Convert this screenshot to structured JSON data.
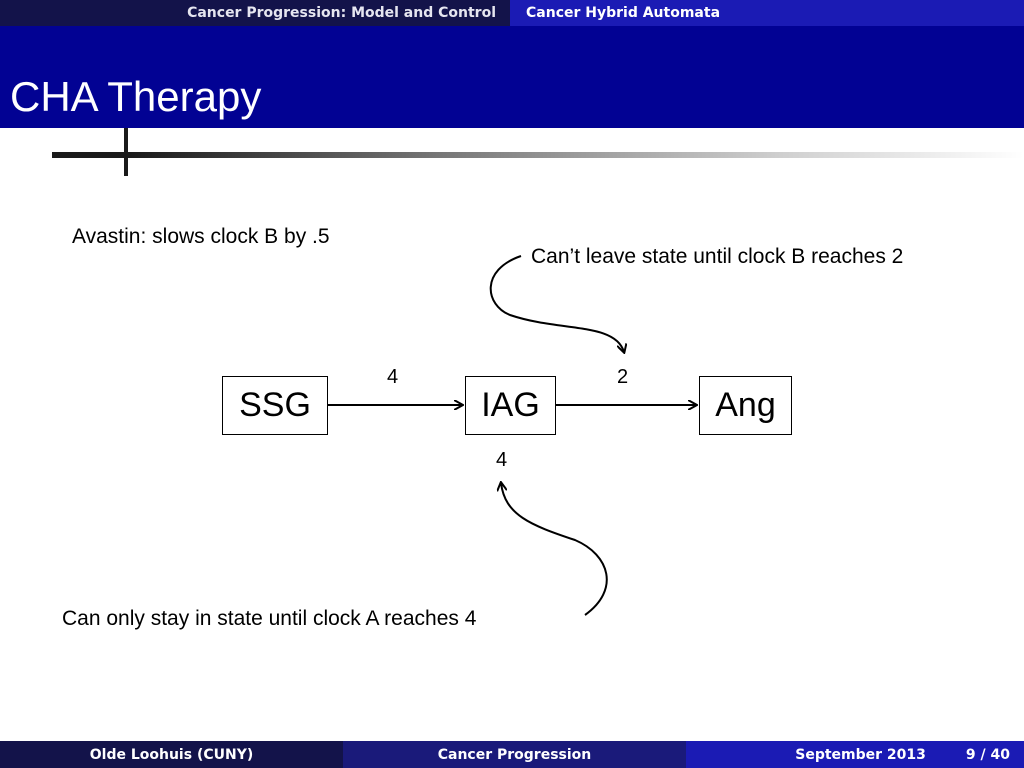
{
  "header": {
    "section_left": "Cancer Progression: Model and Control",
    "section_right": "Cancer Hybrid Automata"
  },
  "slide": {
    "title": "CHA Therapy",
    "note_avastin": "Avastin: slows clock B by .5",
    "note_leave": "Can’t leave state until clock B reaches 2",
    "note_stay": "Can only stay in state until clock A reaches 4"
  },
  "diagram": {
    "states": [
      "SSG",
      "IAG",
      "Ang"
    ],
    "edge_label_1": "4",
    "edge_label_2": "2",
    "iag_invariant": "4"
  },
  "footer": {
    "author": "Olde Loohuis  (CUNY)",
    "talk_title": "Cancer Progression",
    "date": "September 2013",
    "page": "9 / 40"
  },
  "colors": {
    "header_dark": "#13134a",
    "header_blue": "#1b1bb4",
    "title_bg": "#020293"
  }
}
